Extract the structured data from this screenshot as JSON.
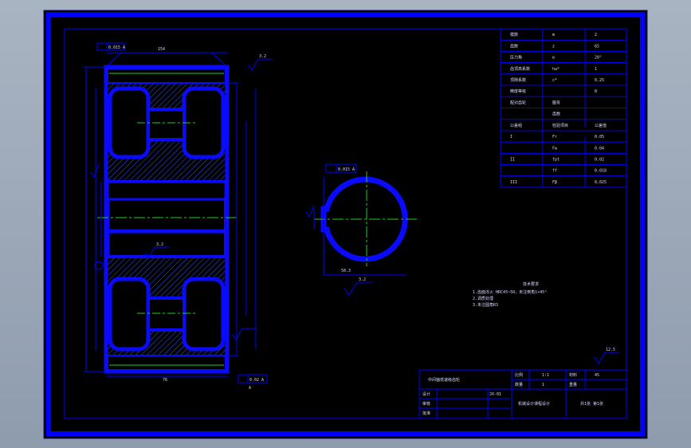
{
  "drawing": {
    "colors": {
      "background": "#000000",
      "frame": "#0000ff",
      "part": "#0a0aff",
      "centerline": "#22cc22",
      "hatch": "#3355ff",
      "text": "#d8d8ff"
    },
    "labels": {
      "tolerance_box": "0.015 A",
      "tolerance_box2": "0.02 A",
      "roughness_top": "3.2",
      "roughness_small": "3.2",
      "datum_label": "A",
      "dim_top": "154",
      "dim_bottom": "76",
      "dim_keyway": "58.3",
      "roughness_circle": "3.2",
      "roughness_circle_bottom": "3.2",
      "roughness_rest": "12.5"
    },
    "parameter_table": {
      "rows": [
        [
          "模数",
          "m",
          "2"
        ],
        [
          "齿数",
          "z",
          "65"
        ],
        [
          "压力角",
          "α",
          "20°"
        ],
        [
          "齿顶高系数",
          "ha*",
          "1"
        ],
        [
          "顶隙系数",
          "c*",
          "0.25"
        ],
        [
          "精度等级",
          "",
          "8"
        ],
        [
          "配对齿轮",
          "图号",
          ""
        ],
        [
          "",
          "齿数",
          ""
        ],
        [
          "公差组",
          "检验项目",
          "公差值"
        ],
        [
          "I",
          "Fr",
          "0.05"
        ],
        [
          "",
          "Fw",
          "0.04"
        ],
        [
          "II",
          "fpt",
          "0.02"
        ],
        [
          "",
          "ff",
          "0.018"
        ],
        [
          "III",
          "Fβ",
          "0.025"
        ]
      ]
    },
    "notes": {
      "heading": "技术要求",
      "lines": [
        "1.齿面淬火 HRC45~50，未注倒角1×45°",
        "2.调质处理",
        "3.未注圆角R3"
      ]
    },
    "title_block": {
      "drawing_name": "中间轴低速级齿轮",
      "material": "45",
      "scale": "1:1",
      "quantity": "1",
      "mass": "",
      "school": "机械设计课程设计",
      "designer": "设计",
      "checker": "审核",
      "approver": "批准",
      "sheet": "共1张 第1张",
      "drawing_no": "JX-01",
      "unit_label": "比例",
      "qty_label": "数量",
      "mat_label": "材料",
      "wt_label": "重量"
    }
  }
}
